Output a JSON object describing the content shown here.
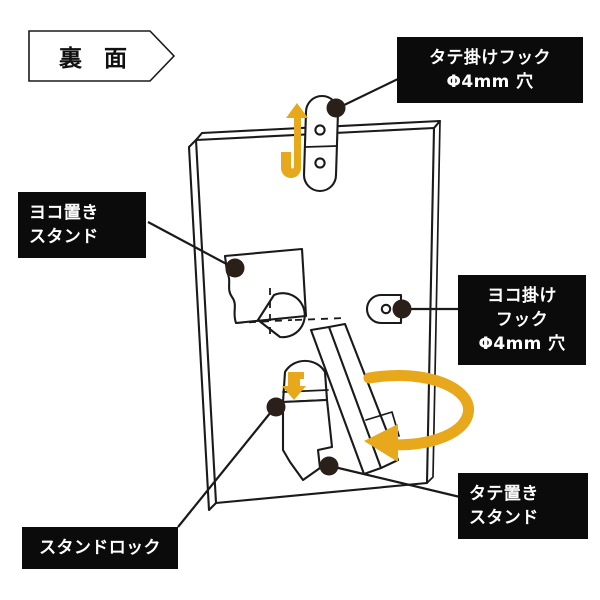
{
  "page": {
    "background_color": "#ffffff",
    "ink_color": "#1a1a1a",
    "accent_color": "#e8a81c",
    "chip_bg_color": "#0b0b0b",
    "chip_text_color": "#ffffff"
  },
  "header": {
    "banner_label": "裏 面",
    "banner_shape": "right-pointing-ribbon"
  },
  "labels": {
    "hook_vertical": "タテ掛けフック\nΦ4mm 穴",
    "stand_horizontal": "ヨコ置き\nスタンド",
    "hook_horizontal": "ヨコ掛け\nフック\nΦ4mm 穴",
    "stand_vertical": "タテ置き\nスタンド",
    "stand_lock": "スタンドロック"
  },
  "diagram": {
    "subject": "picture-frame-back-panel",
    "parts": [
      {
        "name": "hanging-hook-top",
        "holes": 2,
        "hole_diameter": "Φ4mm"
      },
      {
        "name": "hanging-hook-side",
        "holes": 1,
        "hole_diameter": "Φ4mm"
      },
      {
        "name": "horizontal-stand-leg"
      },
      {
        "name": "vertical-stand-leg"
      },
      {
        "name": "stand-lock-tab"
      }
    ],
    "motion_arrows": [
      {
        "name": "hook-rotate-up-arrow",
        "direction": "up"
      },
      {
        "name": "stand-swing-arrow",
        "direction": "left-curved"
      },
      {
        "name": "lock-press-down-arrow",
        "direction": "down"
      }
    ]
  }
}
